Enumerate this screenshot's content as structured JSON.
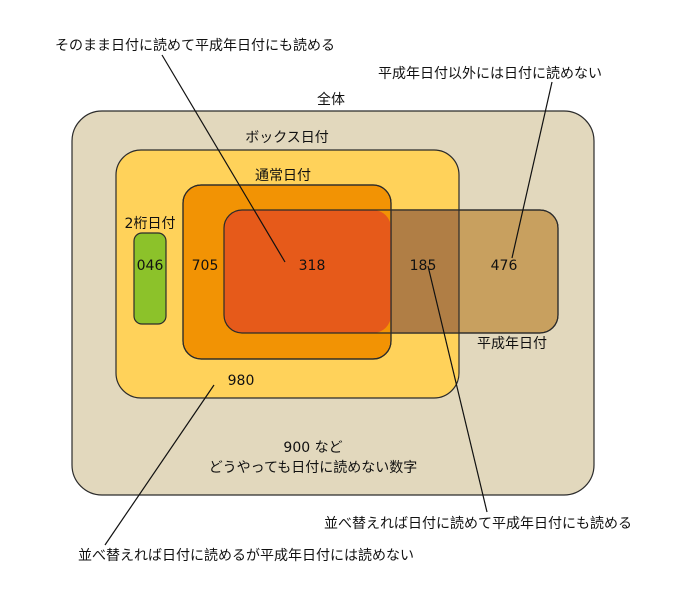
{
  "colors": {
    "universe": "#e2d8bd",
    "box_date": "#ffd25a",
    "normal_date": "#f29304",
    "overlap": "#e65a1a",
    "heisei_only": "#c8a05f",
    "heisei_inner": "#b07e45",
    "two_digit": "#8cc22a",
    "stroke": "#2b2b2b"
  },
  "sets": {
    "universe_label": "全体",
    "box_date_label": "ボックス日付",
    "normal_date_label": "通常日付",
    "two_digit_label": "2桁日付",
    "heisei_label": "平成年日付"
  },
  "values": {
    "two_digit_count": "046",
    "normal_only": "705",
    "normal_and_heisei": "318",
    "box_and_heisei": "185",
    "heisei_only": "476",
    "box_only": "980"
  },
  "universe_examples": {
    "line1": "900 など",
    "line2": "どうやっても日付に読めない数字"
  },
  "callouts": {
    "top_left": "そのまま日付に読めて平成年日付にも読める",
    "top_right": "平成年日付以外には日付に読めない",
    "bottom_right": "並べ替えれば日付に読めて平成年日付にも読める",
    "bottom_left": "並べ替えれば日付に読めるが平成年日付には読めない"
  }
}
